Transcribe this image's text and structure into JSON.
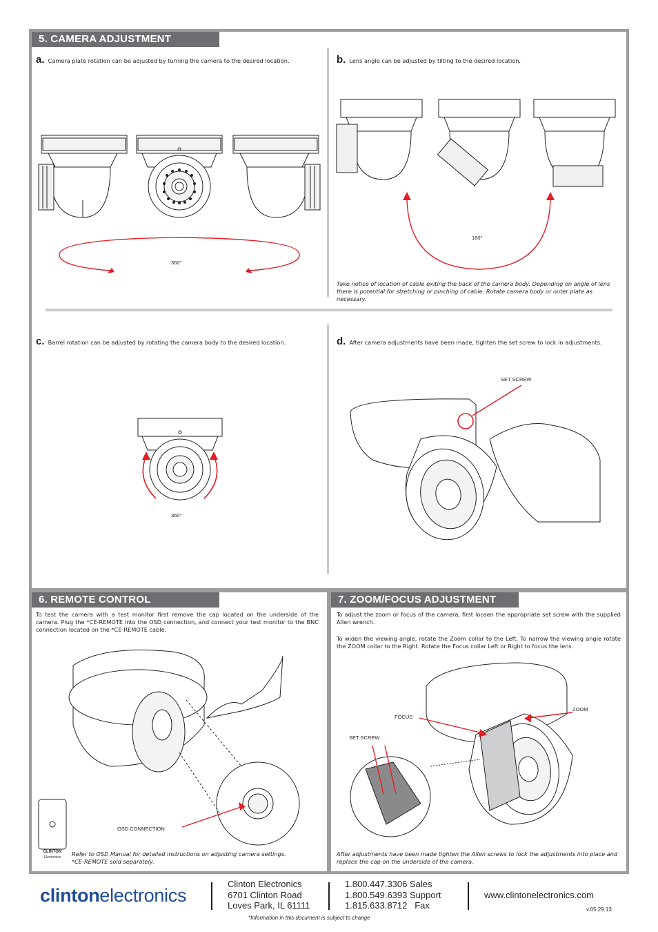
{
  "section5": {
    "title": "5. CAMERA ADJUSTMENT",
    "a": {
      "letter": "a.",
      "text": "Camera plate rotation can be adjusted by turning the camera to the desired location.",
      "angle": "360°"
    },
    "b": {
      "letter": "b.",
      "text": "Lens angle can be adjusted by tilting to the desired location.",
      "angle": "180°",
      "note": "Take notice of location of cable exiting the back of the camera body. Depending on angle of lens there is potential for stretching or pinching of cable. Rotate camera body or outer plate as necessary."
    },
    "c": {
      "letter": "c.",
      "text": "Barrel rotation can be adjusted by rotating the camera body to the desired location.",
      "angle": "360°"
    },
    "d": {
      "letter": "d.",
      "text": "After camera adjustments have been made, tighten the set screw to lock in adjustments.",
      "set_screw": "SET SCREW"
    }
  },
  "section6": {
    "title": "6. REMOTE CONTROL",
    "text": "To test the camera with a test monitor first remove the cap located on the underside of the camera. Plug the *CE-REMOTE into the OSD connection, and connect your test monitor to the BNC connection located on the *CE-REMOTE cable.",
    "osd_label": "OSD CONNECTION",
    "remote_brand": "CLINTON",
    "remote_sub": "Electronics",
    "note1": "Refer to OSD Manual for detailed instructions on adjusting camera settings.",
    "note2": "*CE-REMOTE sold separately."
  },
  "section7": {
    "title": "7. ZOOM/FOCUS  ADJUSTMENT",
    "text1": "To adjust the zoom or focus of the camera, first loosen the appropriate set screw with the supplied Allen wrench.",
    "text2": "To widen the viewing angle, rotate the Zoom collar to the Left. To narrow the viewing angle rotate the ZOOM collar to the Right. Rotate the Focus collar Left or Right to focus the lens.",
    "focus": "FOCUS",
    "zoom": "ZOOM",
    "set_screw": "SET SCREW",
    "note": "After adjustments have been made tighten the Allen screws to lock the adjustments into place and replace the cap on the underside of the camera."
  },
  "footer": {
    "logo_bold": "clinton",
    "logo_light": "electronics",
    "address": [
      "Clinton Electronics",
      "6701 Clinton Road",
      "Loves Park, IL 61111"
    ],
    "phones": [
      "1.800.447.3306 Sales",
      "1.800.549.6393 Support",
      "1.815.633.8712   Fax"
    ],
    "website": "www.clintonelectronics.com",
    "version": "v.05.29.13",
    "disclaimer": "*Information in this document is subject to change"
  },
  "colors": {
    "frame": "#9d9d9f",
    "header": "#6d6e71",
    "arrow": "#e31e24"
  }
}
